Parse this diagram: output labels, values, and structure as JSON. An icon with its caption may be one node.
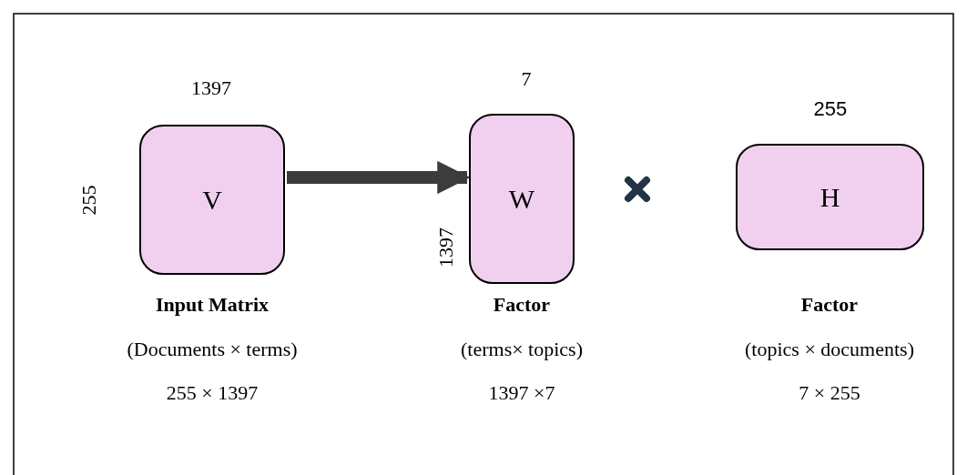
{
  "diagram": {
    "nodes": [
      {
        "text": [
          "V"
        ],
        "beside": [
          "Input Matrix",
          "(Documents × terms)",
          "255 × 1397"
        ]
      },
      {
        "text": [
          "W"
        ],
        "beside": [
          "Factor",
          "(terms× topics)",
          "1397 ×7"
        ]
      },
      {
        "text": [
          "H"
        ],
        "beside": [
          "Factor",
          "(topics × documents)",
          "7 × 255"
        ]
      }
    ],
    "edges": [
      {
        "from": 0,
        "to": 1,
        "arrow": "to"
      }
    ],
    "labels": [
      "1397",
      "7",
      "255",
      "255",
      "1397"
    ]
  }
}
